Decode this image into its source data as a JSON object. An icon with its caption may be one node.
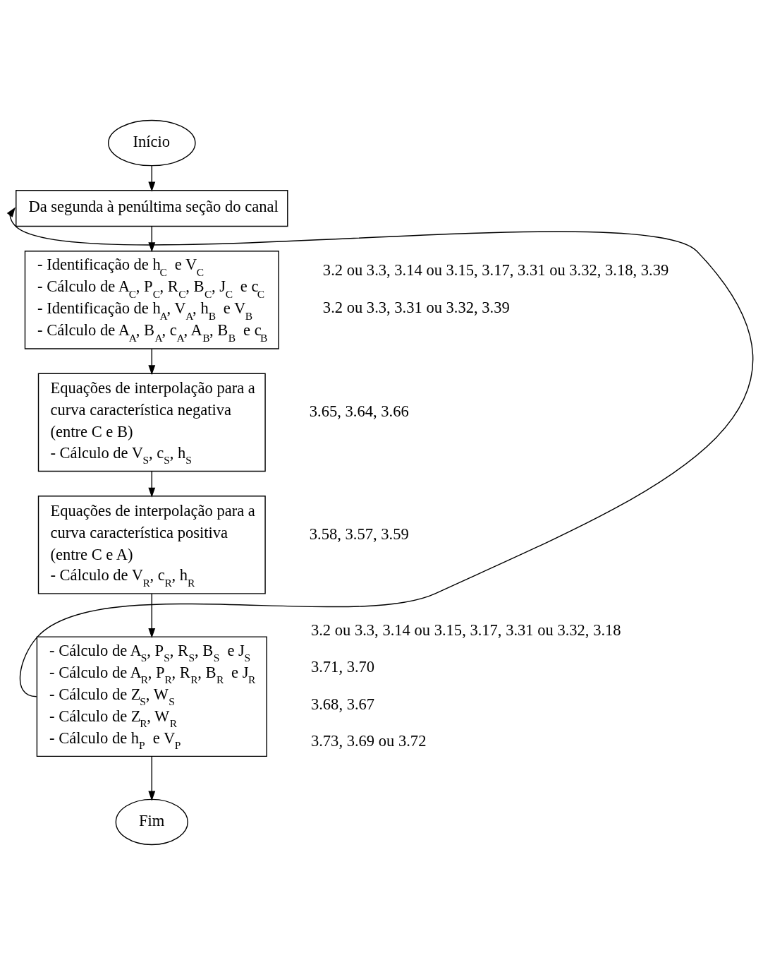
{
  "diagram": {
    "nodes": [
      {
        "text": [
          "Início"
        ]
      },
      {
        "text": [
          "Da segunda à penúltima seção do canal"
        ]
      },
      {
        "text": [
          "- Identificação de h$_{C}$ e V$_{C}$",
          "- Cálculo de A$_{C}$, P$_{C}$, R$_{C}$, B$_{C}$, J$_{C}$ e c$_{C}$",
          "- Identificação de h$_{A}$, V$_{A}$, h$_{B}$ e V$_{B}$",
          "- Cálculo de A$_{A}$, B$_{A}$, c$_{A}$, A$_{B}$, B$_{B}$ e c$_{B}$"
        ],
        "beside": [
          "3.2 ou 3.3, 3.14 ou 3.15, 3.17, 3.31 ou 3.32, 3.18, 3.39",
          "3.2 ou 3.3, 3.31 ou 3.32, 3.39"
        ]
      },
      {
        "text": [
          "Equações de interpolação para a curva característica negativa (entre C e B)",
          "- Cálculo de V$_{S}$, c$_{S}$, h$_{S}$"
        ],
        "beside": [
          "3.65, 3.64, 3.66"
        ]
      },
      {
        "text": [
          "Equações de interpolação para a curva característica positiva (entre C e A)",
          "- Cálculo de V$_{R}$, c$_{R}$, h$_{R}$"
        ],
        "beside": [
          "3.58, 3.57, 3.59"
        ]
      },
      {
        "text": [
          "- Cálculo de A$_{S}$, P$_{S}$, R$_{S}$, B$_{S}$ e J$_{S}$",
          "- Cálculo de A$_{R}$, P$_{R}$, R$_{R}$, B$_{R}$ e J$_{R}$",
          "- Cálculo de Z$_{S}$, W$_{S}$",
          "- Cálculo de Z$_{R}$, W$_{R}$",
          "- Cálculo de h$_{P}$ e V$_{P}$"
        ],
        "beside": [
          "3.2 ou 3.3, 3.14 ou 3.15, 3.17, 3.31 ou 3.32, 3.18",
          "3.71, 3.70",
          "3.68, 3.67",
          "3.73, 3.69 ou 3.72"
        ]
      },
      {
        "text": [
          "Fim"
        ]
      }
    ],
    "edges": [
      {
        "from": 0,
        "to": 1,
        "arrow": "to"
      },
      {
        "from": 1,
        "to": 2,
        "arrow": "to"
      },
      {
        "from": 2,
        "to": 3,
        "arrow": "to"
      },
      {
        "from": 3,
        "to": 4,
        "arrow": "to"
      },
      {
        "from": 4,
        "to": 5,
        "arrow": "to"
      },
      {
        "from": 5,
        "to": 6,
        "arrow": "to"
      },
      {
        "from": 5,
        "to": 1,
        "arrow": "to"
      }
    ]
  }
}
